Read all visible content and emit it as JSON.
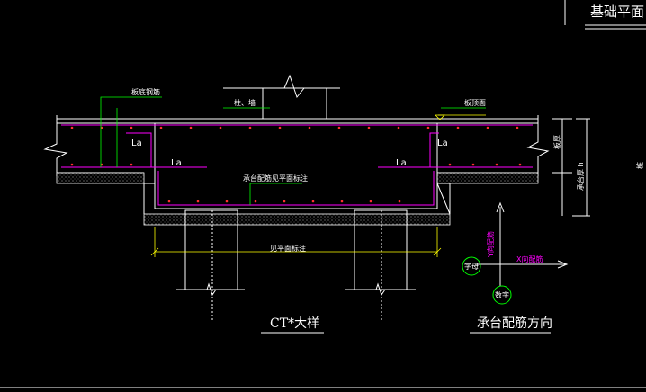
{
  "drawing": {
    "title_fragment": "基础平面",
    "detail_title": "CT*大样",
    "direction_title": "承台配筋方向"
  },
  "labels": {
    "slab_rebar": "板底钢筋",
    "column_label": "柱、墙",
    "top_marker": "板顶面",
    "la_upper_left": "La",
    "la_upper_right": "La",
    "la_lower_left": "La",
    "la_lower_right": "La",
    "pile_cap_rebar": "承台配筋见平面标注",
    "width_dim": "见平面标注",
    "thickness_right": "板厚",
    "depth_right": "承台厚 h",
    "far_right": "桩"
  },
  "direction": {
    "y_label": "Y向配筋",
    "x_label": "X向配筋",
    "circle_left": "字母",
    "circle_bottom": "数字"
  },
  "colors": {
    "background": "#000000",
    "outline": "#ffffff",
    "rebar": "#ff00ff",
    "rebar_dots": "#ff3030",
    "hatch": "#9a9a9a",
    "dimension": "#ffff00",
    "leader": "#00ff00",
    "title_text": "#ffffff"
  }
}
